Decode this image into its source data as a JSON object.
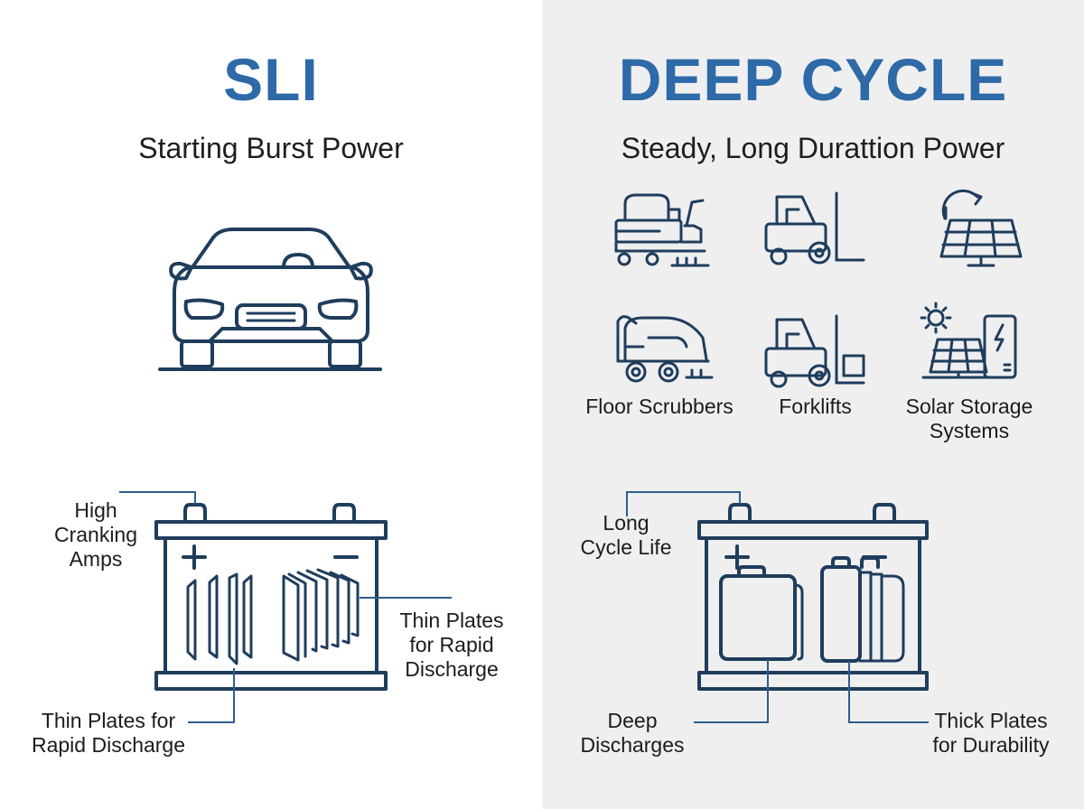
{
  "colors": {
    "title": "#2e6aa7",
    "ink": "#1f3d5c",
    "leader": "#2d5e8f",
    "left_bg": "#ffffff",
    "right_bg": "#efeff0"
  },
  "left": {
    "title": "SLI",
    "subtitle": "Starting Burst Power",
    "icon": "car-front-icon",
    "battery": {
      "callouts": [
        "High Cranking Amps",
        "Thin Plates for Rapid Discharge",
        "Thin Plates for Rapid Discharge"
      ],
      "high_cranking": {
        "line1": "High",
        "line2": "Cranking",
        "line3": "Amps"
      },
      "thin_plates_right": {
        "line1": "Thin Plates",
        "line2": "for Rapid",
        "line3": "Discharge"
      },
      "thin_plates_bottom": {
        "line1": "Thin Plates for",
        "line2": "Rapid Discharge"
      }
    }
  },
  "right": {
    "title": "DEEP CYCLE",
    "subtitle": "Steady, Long Durattion Power",
    "applications": [
      {
        "label": "Floor Scrubbers",
        "icons": [
          "ride-on-scrubber-icon",
          "walk-behind-scrubber-icon"
        ]
      },
      {
        "label": "Forklifts",
        "icons": [
          "forklift-icon",
          "forklift-with-crate-icon"
        ]
      },
      {
        "label_line1": "Solar Storage",
        "label_line2": "Systems",
        "icons": [
          "solar-panel-recycle-icon",
          "solar-panel-battery-icon"
        ]
      }
    ],
    "battery": {
      "long_cycle": {
        "line1": "Long",
        "line2": "Cycle Life"
      },
      "deep_discharges": {
        "line1": "Deep",
        "line2": "Discharges"
      },
      "thick_plates": {
        "line1": "Thick Plates",
        "line2": "for Durability"
      }
    }
  }
}
